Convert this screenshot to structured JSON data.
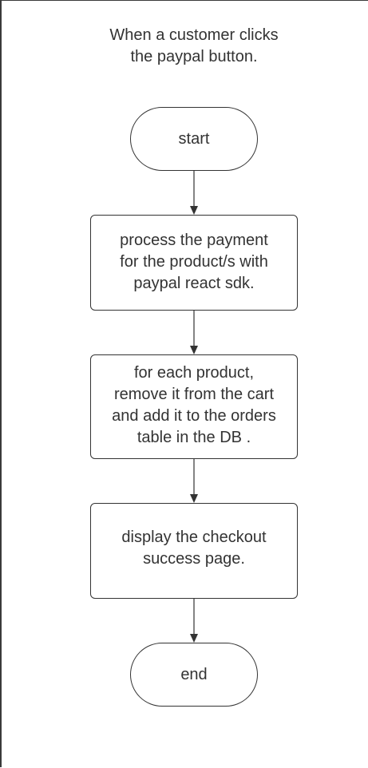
{
  "diagram": {
    "caption": "When a customer clicks\nthe paypal button.",
    "nodes": {
      "start": "start",
      "process_payment": "process the payment\nfor the product/s with\npaypal react sdk.",
      "update_cart": "for each product,\nremove it from the cart\nand add it to the orders\ntable in the DB .",
      "display_success": "display the checkout\nsuccess page.",
      "end": "end"
    }
  },
  "colors": {
    "line": "#333333",
    "text": "#333333",
    "background": "#ffffff"
  }
}
